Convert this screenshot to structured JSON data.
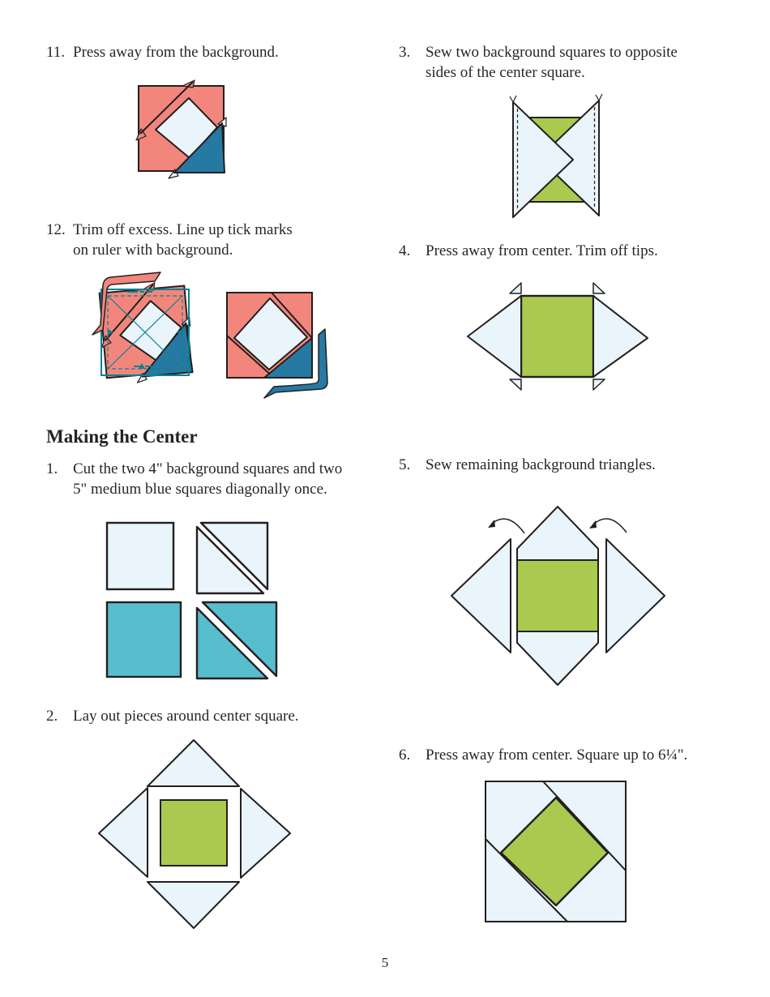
{
  "page": {
    "number": "5"
  },
  "colors": {
    "salmon": "#F2867C",
    "lightblue": "#E9F4FB",
    "teal": "#57BDCF",
    "darkblue": "#2679A3",
    "green": "#AAC94F",
    "ruler": "#0E808E",
    "ink": "#231F20",
    "text": "#2A2526",
    "paper": "#FFFFFF"
  },
  "sections": {
    "making_center": "Making the Center"
  },
  "steps": {
    "s11": {
      "num": "11.",
      "lines": [
        "Press away from the background.",
        ""
      ]
    },
    "s12": {
      "num": "12.",
      "lines": [
        "Trim off excess. Line up tick marks",
        "on ruler with background."
      ]
    },
    "s1": {
      "num": "1.",
      "lines": [
        "Cut the two 4\" background squares and two",
        "5\" medium blue squares diagonally once."
      ]
    },
    "s2": {
      "num": "2.",
      "lines": [
        "Lay out pieces around center square.",
        ""
      ]
    },
    "s3": {
      "num": "3.",
      "lines": [
        "Sew two background squares to opposite",
        "sides of the center square."
      ]
    },
    "s4": {
      "num": "4.",
      "lines": [
        "Press away from center. Trim off tips.",
        ""
      ]
    },
    "s5": {
      "num": "5.",
      "lines": [
        "Sew remaining background triangles.",
        ""
      ]
    },
    "s6": {
      "num": "6.",
      "lines": [
        "Press away from center. Square up to 6¼\".",
        ""
      ]
    }
  }
}
